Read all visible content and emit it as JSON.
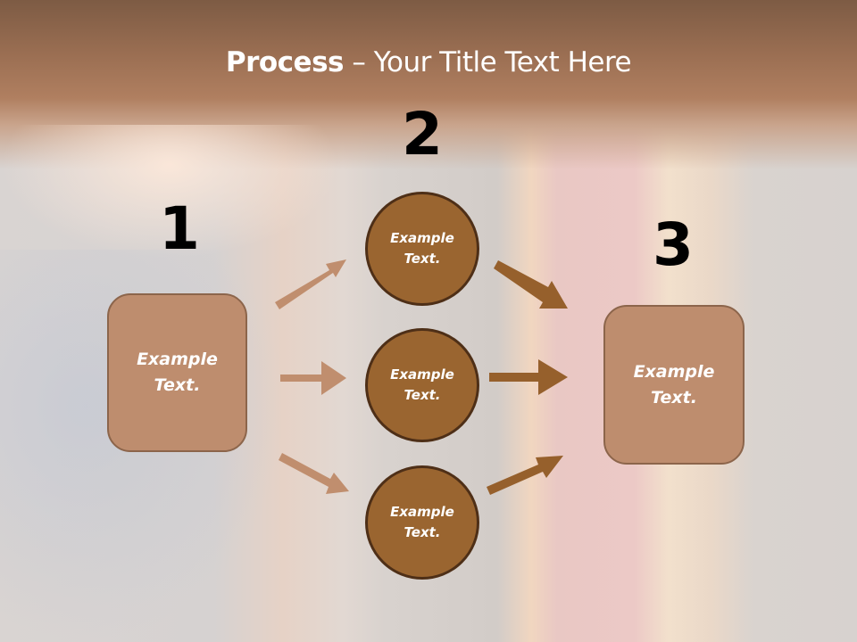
{
  "slide": {
    "title_bold": "Process",
    "title_rest": " – Your Title Text Here"
  },
  "steps": [
    {
      "number": "1",
      "label": "Example Text.",
      "shape": "rounded-square"
    },
    {
      "number": "2",
      "items": [
        {
          "label": "Example Text.",
          "shape": "circle"
        },
        {
          "label": "Example Text.",
          "shape": "circle"
        },
        {
          "label": "Example Text.",
          "shape": "circle"
        }
      ]
    },
    {
      "number": "3",
      "label": "Example Text.",
      "shape": "rounded-square"
    }
  ],
  "colors": {
    "box_fill": "#be8d6e",
    "box_border": "#8c654b",
    "circle_fill": "#9a6530",
    "circle_border": "#4e2f17",
    "arrow_light": "#c08e6e",
    "arrow_dark": "#96602c",
    "number_color": "#000000"
  }
}
